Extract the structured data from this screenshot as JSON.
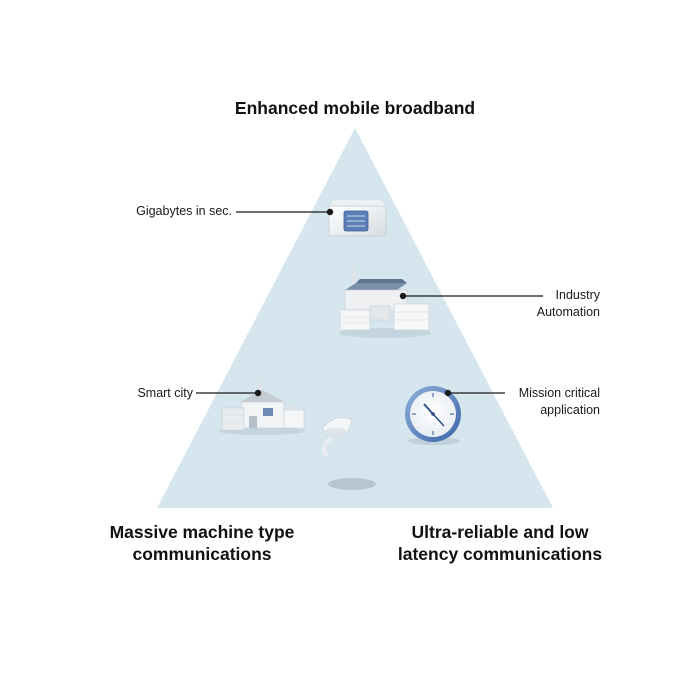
{
  "titles": {
    "top": "Enhanced mobile broadband",
    "bottom_left": [
      "Massive machine type",
      "communications"
    ],
    "bottom_right": [
      "Ultra-reliable and low",
      "latency communications"
    ]
  },
  "callouts": {
    "gigabytes": "Gigabytes in sec.",
    "industry": [
      "Industry",
      "Automation"
    ],
    "smart_city": "Smart city",
    "mission": [
      "Mission critical",
      "application"
    ]
  },
  "icons": {
    "storage": "storage-box-icon",
    "factory": "factory-icon",
    "house": "smart-house-icon",
    "streetlight": "street-lamp-icon",
    "clock": "clock-icon"
  },
  "colors": {
    "triangle": "#d6e6ef",
    "leader": "#1a1a1a",
    "clock_rim": "#4a78b8",
    "accent_blue": "#3a5f9e"
  }
}
